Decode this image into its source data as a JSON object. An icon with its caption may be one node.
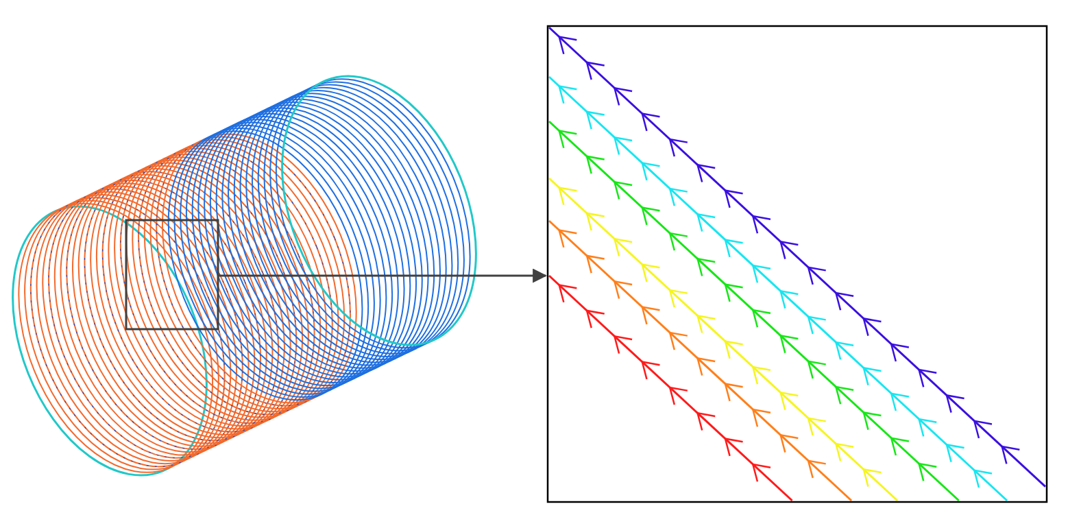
{
  "diagram": {
    "nodes": [
      {
        "text": [],
        "shape": "picture"
      },
      {
        "text": [],
        "shape": "box",
        "in": 0
      },
      {
        "text": [],
        "shape": "picture"
      }
    ],
    "edges": [
      {
        "from": 1,
        "to": 2,
        "arrow": "to"
      }
    ]
  }
}
